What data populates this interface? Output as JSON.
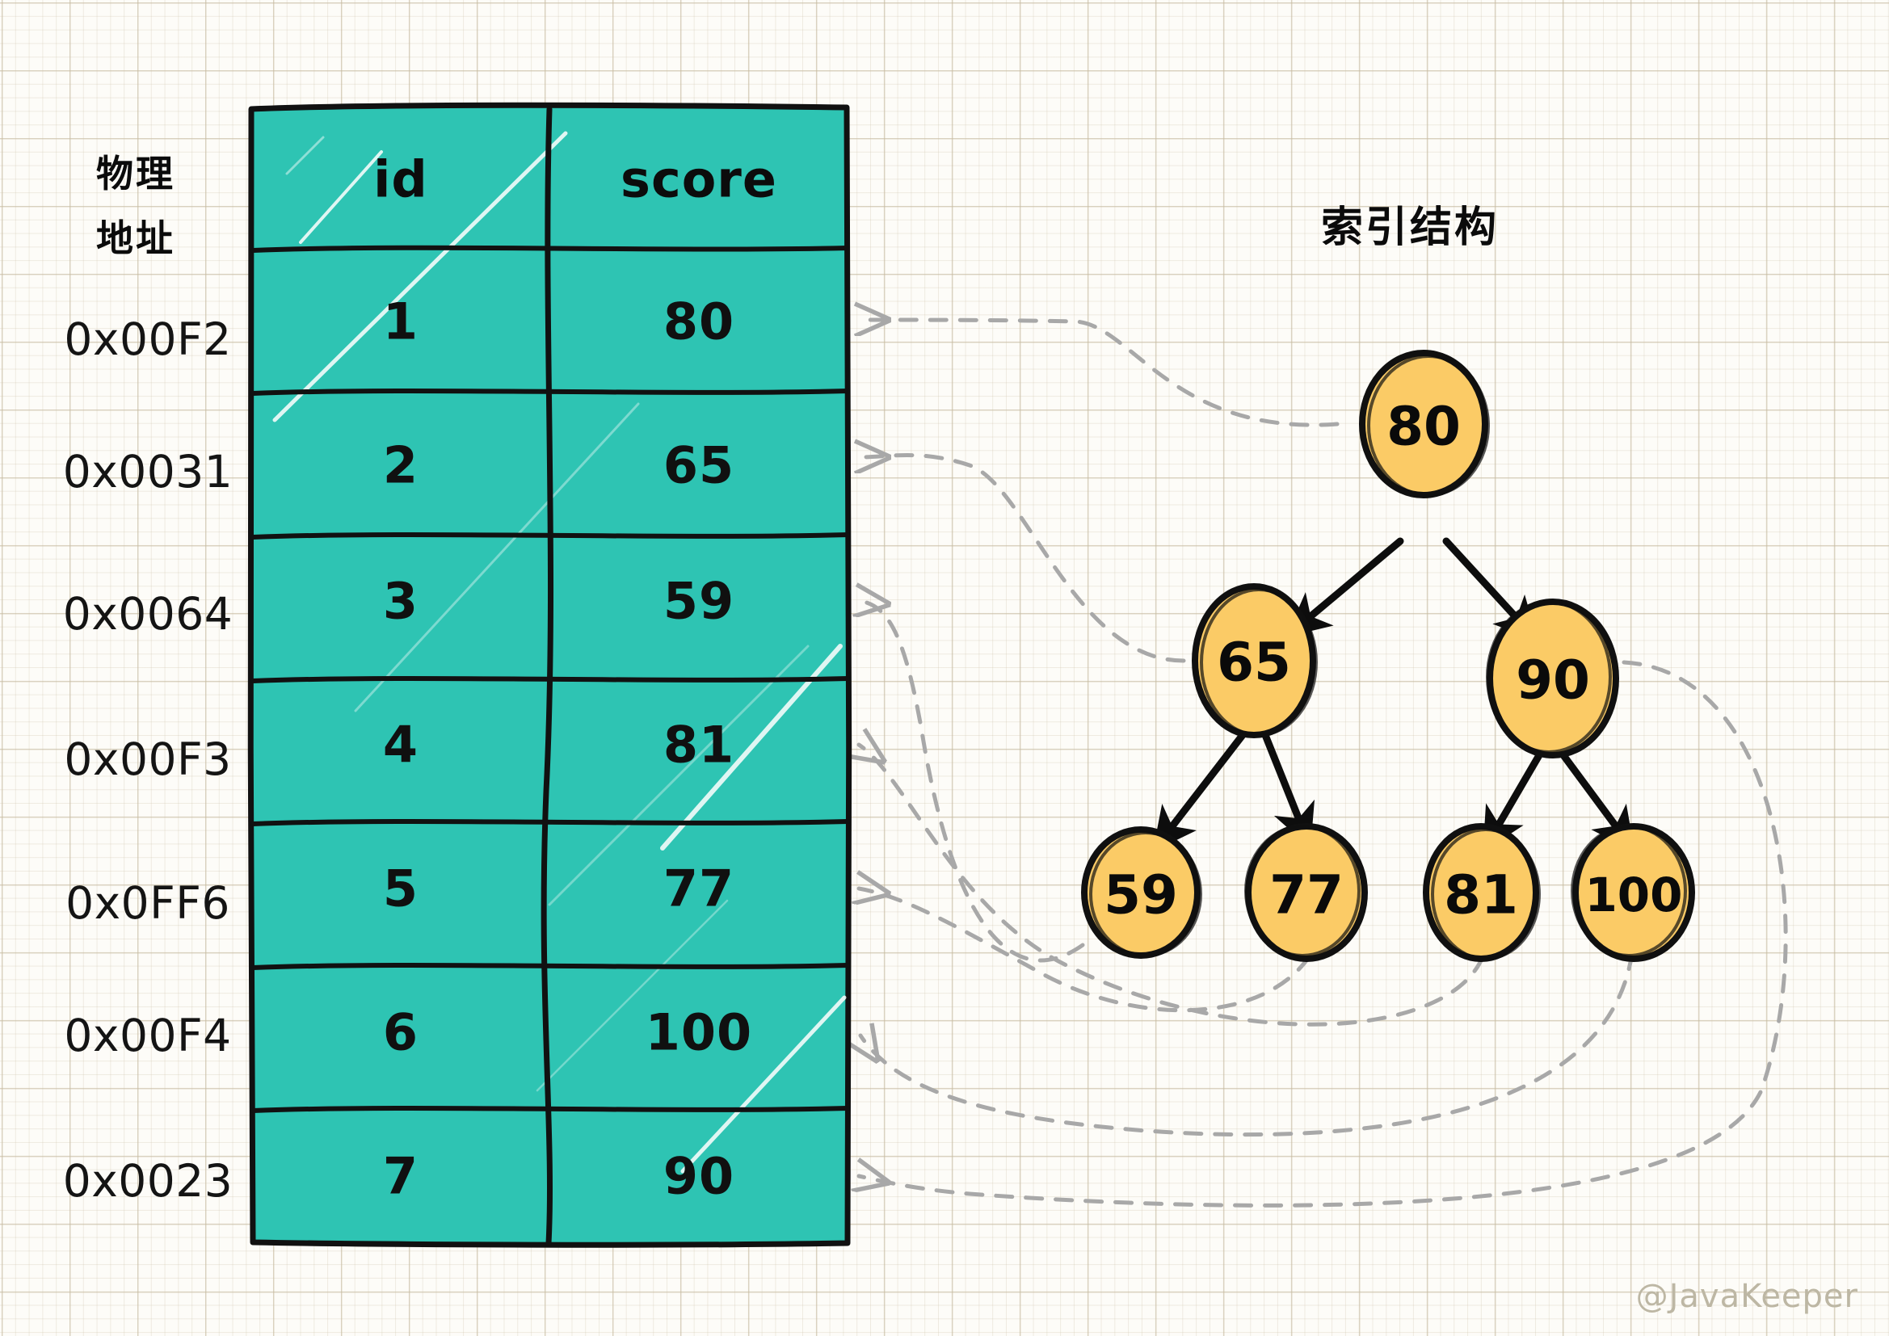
{
  "labels": {
    "physical_address": "物理",
    "physical_address_2": "地址",
    "index_structure": "索引结构",
    "watermark": "@JavaKeeper"
  },
  "colors": {
    "table_fill": "#2ec4b3",
    "table_stroke": "#111111",
    "node_fill": "#fbcb66",
    "node_stroke": "#111111",
    "connector": "#a8a8a8",
    "paper": "#fdfcf8",
    "grid_line": "#c6baa0",
    "watermark": "#bdb7a4"
  },
  "table": {
    "headers": [
      "id",
      "score"
    ],
    "addresses": [
      "0x00F2",
      "0x0031",
      "0x0064",
      "0x00F3",
      "0x0FF6",
      "0x00F4",
      "0x0023"
    ],
    "rows": [
      {
        "id": "1",
        "score": "80"
      },
      {
        "id": "2",
        "score": "65"
      },
      {
        "id": "3",
        "score": "59"
      },
      {
        "id": "4",
        "score": "81"
      },
      {
        "id": "5",
        "score": "77"
      },
      {
        "id": "6",
        "score": "100"
      },
      {
        "id": "7",
        "score": "90"
      }
    ]
  },
  "tree": {
    "root": {
      "label": "80"
    },
    "level2": [
      {
        "label": "65"
      },
      {
        "label": "90"
      }
    ],
    "leaves": [
      {
        "label": "59"
      },
      {
        "label": "77"
      },
      {
        "label": "81"
      },
      {
        "label": "100"
      }
    ]
  },
  "chart_data": {
    "type": "diagram",
    "title": "索引结构",
    "description": "Binary search tree index over a heap table of (id, score) rows at physical addresses",
    "table": {
      "columns": [
        "physical address",
        "id",
        "score"
      ],
      "rows": [
        [
          "0x00F2",
          1,
          80
        ],
        [
          "0x0031",
          2,
          65
        ],
        [
          "0x0064",
          3,
          59
        ],
        [
          "0x00F3",
          4,
          81
        ],
        [
          "0x0FF6",
          5,
          77
        ],
        [
          "0x00F4",
          6,
          100
        ],
        [
          "0x0023",
          7,
          90
        ]
      ]
    },
    "tree_nodes": [
      {
        "value": 80,
        "level": 0,
        "parent": null
      },
      {
        "value": 65,
        "level": 1,
        "parent": 80
      },
      {
        "value": 90,
        "level": 1,
        "parent": 80
      },
      {
        "value": 59,
        "level": 2,
        "parent": 65
      },
      {
        "value": 77,
        "level": 2,
        "parent": 65
      },
      {
        "value": 81,
        "level": 2,
        "parent": 90
      },
      {
        "value": 100,
        "level": 2,
        "parent": 90
      }
    ],
    "pointers": [
      {
        "from_node": 80,
        "to_row": "0x00F2"
      },
      {
        "from_node": 65,
        "to_row": "0x0031"
      },
      {
        "from_node": 59,
        "to_row": "0x0064"
      },
      {
        "from_node": 81,
        "to_row": "0x00F3"
      },
      {
        "from_node": 77,
        "to_row": "0x0FF6"
      },
      {
        "from_node": 100,
        "to_row": "0x00F4"
      },
      {
        "from_node": 90,
        "to_row": "0x0023"
      }
    ]
  }
}
